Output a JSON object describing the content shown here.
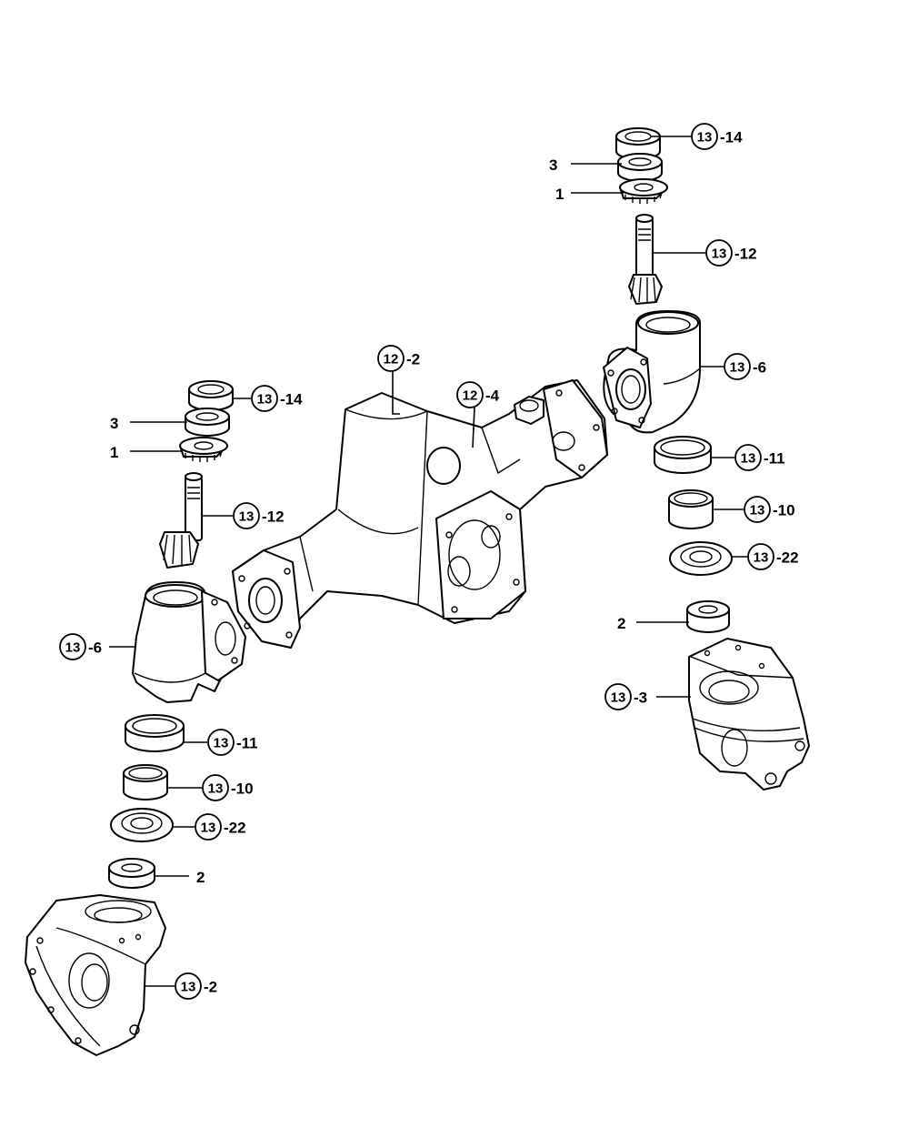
{
  "callouts": {
    "r_13_14": {
      "num": "13",
      "suffix": "-14"
    },
    "r_3": {
      "text": "3"
    },
    "r_1": {
      "text": "1"
    },
    "r_13_12": {
      "num": "13",
      "suffix": "-12"
    },
    "r_13_6": {
      "num": "13",
      "suffix": "-6"
    },
    "r_13_11": {
      "num": "13",
      "suffix": "-11"
    },
    "r_13_10": {
      "num": "13",
      "suffix": "-10"
    },
    "r_13_22": {
      "num": "13",
      "suffix": "-22"
    },
    "r_2": {
      "text": "2"
    },
    "r_13_3": {
      "num": "13",
      "suffix": "-3"
    },
    "c_12_2": {
      "num": "12",
      "suffix": "-2"
    },
    "c_12_4": {
      "num": "12",
      "suffix": "-4"
    },
    "l_13_14": {
      "num": "13",
      "suffix": "-14"
    },
    "l_3": {
      "text": "3"
    },
    "l_1": {
      "text": "1"
    },
    "l_13_12": {
      "num": "13",
      "suffix": "-12"
    },
    "l_13_6": {
      "num": "13",
      "suffix": "-6"
    },
    "l_13_11": {
      "num": "13",
      "suffix": "-11"
    },
    "l_13_10": {
      "num": "13",
      "suffix": "-10"
    },
    "l_13_22": {
      "num": "13",
      "suffix": "-22"
    },
    "l_2": {
      "text": "2"
    },
    "l_13_2": {
      "num": "13",
      "suffix": "-2"
    }
  }
}
